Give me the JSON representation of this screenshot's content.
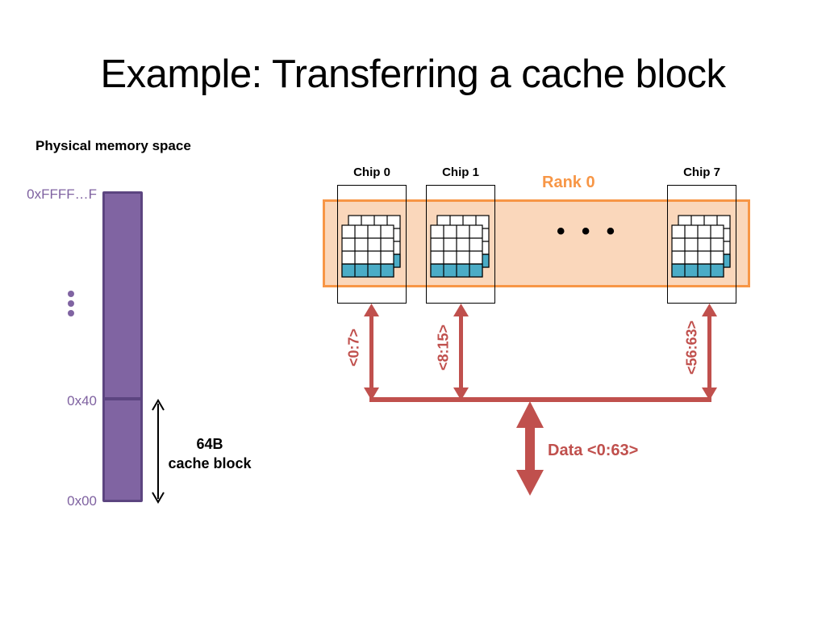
{
  "slide": {
    "title": "Example: Transferring a cache block"
  },
  "memory": {
    "heading": "Physical memory space",
    "addresses": {
      "top": "0xFFFF…F",
      "mid": "0x40",
      "bottom": "0x00"
    },
    "block_size": "64B",
    "block_caption": "cache block",
    "colors": {
      "fill": "#8064a2",
      "border": "#5c4580",
      "label": "#7f62a1"
    }
  },
  "rank": {
    "label": "Rank 0",
    "ellipsis": "• • •",
    "colors": {
      "fill": "#fad7bb",
      "border": "#f79646"
    },
    "chips": [
      {
        "label": "Chip 0",
        "lanes": "<0:7>"
      },
      {
        "label": "Chip 1",
        "lanes": "<8:15>"
      },
      {
        "label": "Chip 7",
        "lanes": "<56:63>"
      }
    ],
    "cell_highlight_color": "#4bacc6"
  },
  "bus": {
    "label": "Data <0:63>",
    "color": "#c0504d"
  }
}
